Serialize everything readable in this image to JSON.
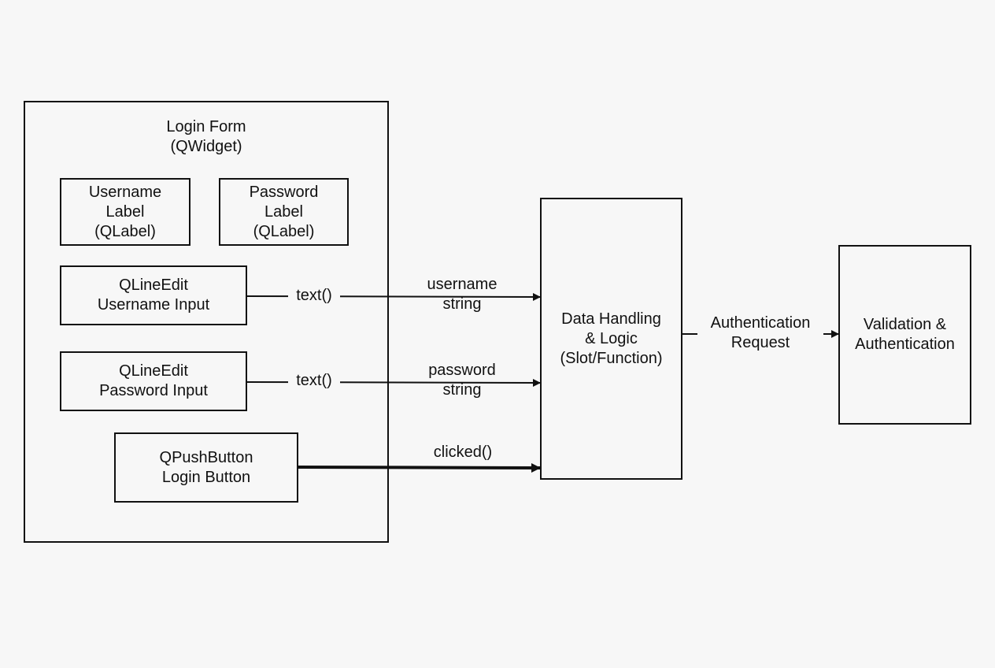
{
  "diagram": {
    "login_form": {
      "title": "Login Form\n(QWidget)"
    },
    "username_label_box": {
      "text": "Username\nLabel\n(QLabel)"
    },
    "password_label_box": {
      "text": "Password\nLabel\n(QLabel)"
    },
    "username_input_box": {
      "text": "QLineEdit\nUsername Input"
    },
    "password_input_box": {
      "text": "QLineEdit\nPassword Input"
    },
    "login_button_box": {
      "text": "QPushButton\nLogin Button"
    },
    "data_handling_box": {
      "text": "Data Handling\n& Logic\n(Slot/Function)"
    },
    "validation_box": {
      "text": "Validation &\nAuthentication"
    },
    "edges": {
      "username_method": "text()",
      "username_payload": "username\nstring",
      "password_method": "text()",
      "password_payload": "password\nstring",
      "clicked_signal": "clicked()",
      "auth_request": "Authentication\nRequest"
    }
  }
}
